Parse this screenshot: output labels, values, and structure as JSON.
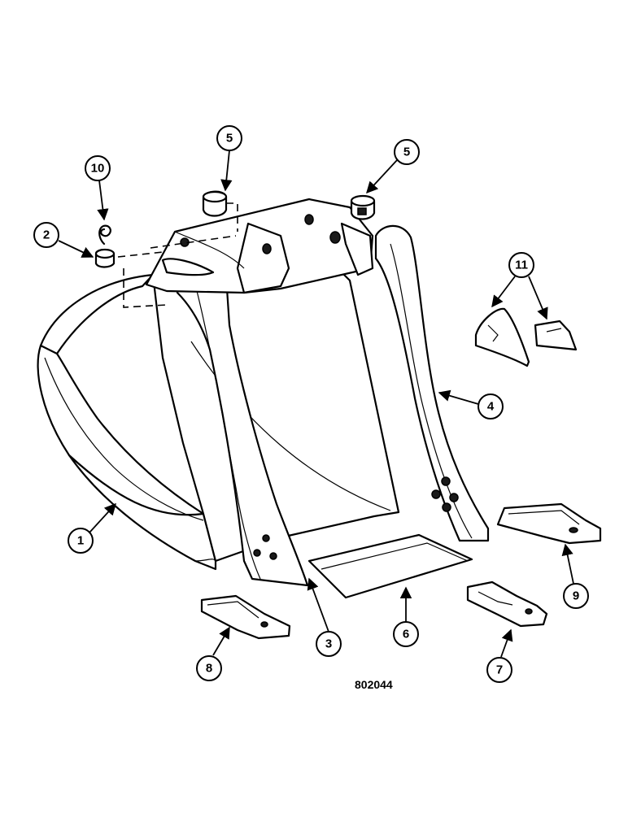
{
  "callouts": [
    {
      "id": "c1",
      "label": "1"
    },
    {
      "id": "c2",
      "label": "2"
    },
    {
      "id": "c3",
      "label": "3"
    },
    {
      "id": "c4",
      "label": "4"
    },
    {
      "id": "c5a",
      "label": "5"
    },
    {
      "id": "c5b",
      "label": "5"
    },
    {
      "id": "c6",
      "label": "6"
    },
    {
      "id": "c7",
      "label": "7"
    },
    {
      "id": "c8",
      "label": "8"
    },
    {
      "id": "c9",
      "label": "9"
    },
    {
      "id": "c10",
      "label": "10"
    },
    {
      "id": "c11",
      "label": "11"
    }
  ],
  "drawing_number": "802044"
}
